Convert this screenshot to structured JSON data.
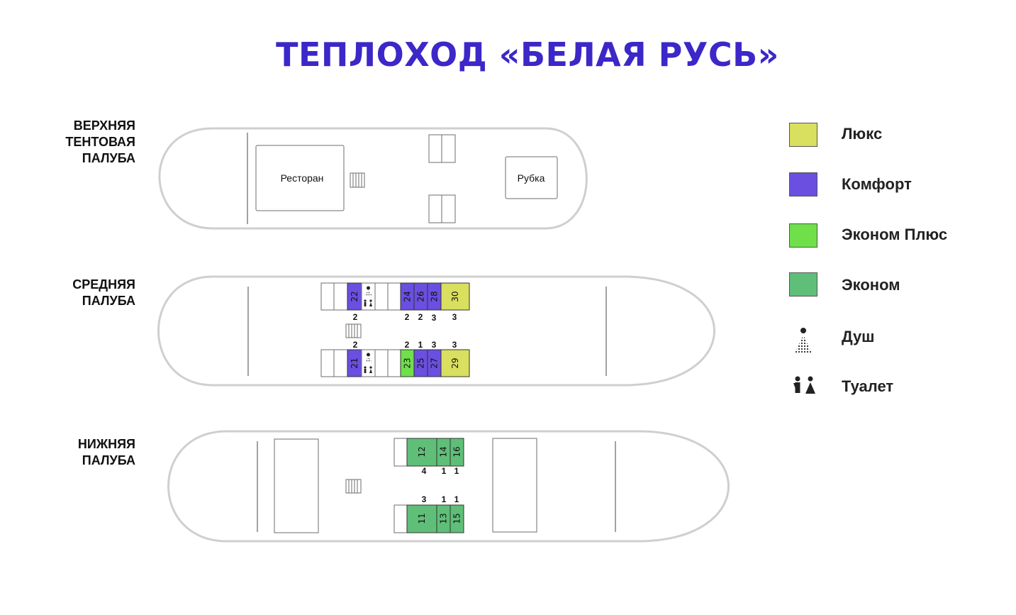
{
  "title": "ТЕПЛОХОД «БЕЛАЯ РУСЬ»",
  "decks": {
    "upper": {
      "label": [
        "ВЕРХНЯЯ",
        "ТЕНТОВАЯ",
        "ПАЛУБА"
      ],
      "rooms": {
        "restaurant": "Ресторан",
        "wheelhouse": "Рубка"
      }
    },
    "middle": {
      "label": [
        "СРЕДНЯЯ",
        "ПАЛУБА"
      ],
      "cabins": [
        {
          "number": "22",
          "category": "comfort",
          "berths": "2"
        },
        {
          "number": "24",
          "category": "comfort",
          "berths": "2"
        },
        {
          "number": "26",
          "category": "comfort",
          "berths": "2"
        },
        {
          "number": "28",
          "category": "comfort",
          "berths": "3"
        },
        {
          "number": "30",
          "category": "lux",
          "berths": "3"
        },
        {
          "number": "21",
          "category": "comfort",
          "berths": "2"
        },
        {
          "number": "23",
          "category": "economy_plus",
          "berths": "2"
        },
        {
          "number": "25",
          "category": "comfort",
          "berths": "1"
        },
        {
          "number": "27",
          "category": "comfort",
          "berths": "3"
        },
        {
          "number": "29",
          "category": "lux",
          "berths": "3"
        }
      ]
    },
    "lower": {
      "label": [
        "НИЖНЯЯ",
        "ПАЛУБА"
      ],
      "cabins": [
        {
          "number": "12",
          "category": "economy",
          "berths": "4"
        },
        {
          "number": "14",
          "category": "economy",
          "berths": "1"
        },
        {
          "number": "16",
          "category": "economy",
          "berths": "1"
        },
        {
          "number": "11",
          "category": "economy",
          "berths": "3"
        },
        {
          "number": "13",
          "category": "economy",
          "berths": "1"
        },
        {
          "number": "15",
          "category": "economy",
          "berths": "1"
        }
      ]
    }
  },
  "legend": [
    {
      "key": "lux",
      "label": "Люкс",
      "color": "#d9df5e"
    },
    {
      "key": "comfort",
      "label": "Комфорт",
      "color": "#6a4fe0"
    },
    {
      "key": "economy_plus",
      "label": "Эконом Плюс",
      "color": "#6fe04a"
    },
    {
      "key": "economy",
      "label": "Эконом",
      "color": "#5fbf78"
    },
    {
      "key": "shower",
      "label": "Душ",
      "icon": "shower-icon"
    },
    {
      "key": "toilet",
      "label": "Туалет",
      "icon": "toilet-icon"
    }
  ]
}
